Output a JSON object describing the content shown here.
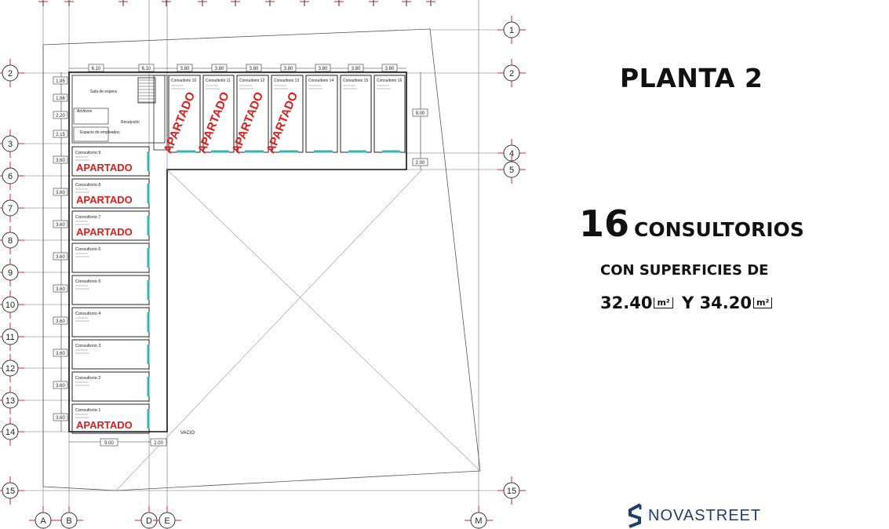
{
  "panel": {
    "title": "PLANTA 2",
    "count_number": "16",
    "count_label": "CONSULTORIOS",
    "surfaces_label": "CON SUPERFICIES DE",
    "area_small": "32.40",
    "area_join": "Y",
    "area_large": "34.20",
    "unit": "m²",
    "brand": "NOVASTREET",
    "brand_color": "#1f3f6e"
  },
  "plan": {
    "accent_color": "#e11b1b",
    "window_color": "#35b6b2",
    "axis_rows": [
      {
        "label": "1",
        "side": "right"
      },
      {
        "label": "2",
        "side": "both"
      },
      {
        "label": "3",
        "side": "left"
      },
      {
        "label": "4",
        "side": "right"
      },
      {
        "label": "5",
        "side": "right"
      },
      {
        "label": "6",
        "side": "left"
      },
      {
        "label": "7",
        "side": "left"
      },
      {
        "label": "8",
        "side": "left"
      },
      {
        "label": "9",
        "side": "left"
      },
      {
        "label": "10",
        "side": "left"
      },
      {
        "label": "11",
        "side": "left"
      },
      {
        "label": "12",
        "side": "left"
      },
      {
        "label": "13",
        "side": "left"
      },
      {
        "label": "14",
        "side": "left"
      },
      {
        "label": "15",
        "side": "both"
      }
    ],
    "axis_cols": [
      "A",
      "B",
      "D",
      "E",
      "M"
    ],
    "top_dims": [
      "6.10",
      "6.10",
      "3.80",
      "3.80",
      "3.80",
      "3.80",
      "3.80",
      "3.80",
      "3.80"
    ],
    "left_dims": [
      "1.85",
      "1.86",
      "2.20",
      "2.15",
      "3.60",
      "3.60",
      "3.60",
      "3.60",
      "3.60",
      "3.60",
      "3.60",
      "3.60",
      "3.60"
    ],
    "bottom_dims": [
      "9.00",
      "2.00"
    ],
    "right_dims": [
      "9.00",
      "2.00"
    ],
    "top_rooms": [
      {
        "name": "Consultorio 10",
        "reserved": true
      },
      {
        "name": "Consultorio 11",
        "reserved": true
      },
      {
        "name": "Consultorio 12",
        "reserved": true
      },
      {
        "name": "Consultorio 13",
        "reserved": true
      },
      {
        "name": "Consultorio 14",
        "reserved": false
      },
      {
        "name": "Consultorio 15",
        "reserved": false
      },
      {
        "name": "Consultorio 16",
        "reserved": false
      }
    ],
    "left_rooms": [
      {
        "name": "Consultorio 9",
        "reserved": true
      },
      {
        "name": "Consultorio 8",
        "reserved": true
      },
      {
        "name": "Consultorio 7",
        "reserved": true
      },
      {
        "name": "Consultorio 6",
        "reserved": false
      },
      {
        "name": "Consultorio 5",
        "reserved": false
      },
      {
        "name": "Consultorio 4",
        "reserved": false
      },
      {
        "name": "Consultorio 3",
        "reserved": false
      },
      {
        "name": "Consultorio 2",
        "reserved": false
      },
      {
        "name": "Consultorio 1",
        "reserved": true
      }
    ],
    "reserved_label": "APARTADO",
    "service_rooms": [
      "Sala de espera",
      "Archivos",
      "Recepción",
      "Espacio de empleados"
    ],
    "void_label": "VACIO"
  }
}
